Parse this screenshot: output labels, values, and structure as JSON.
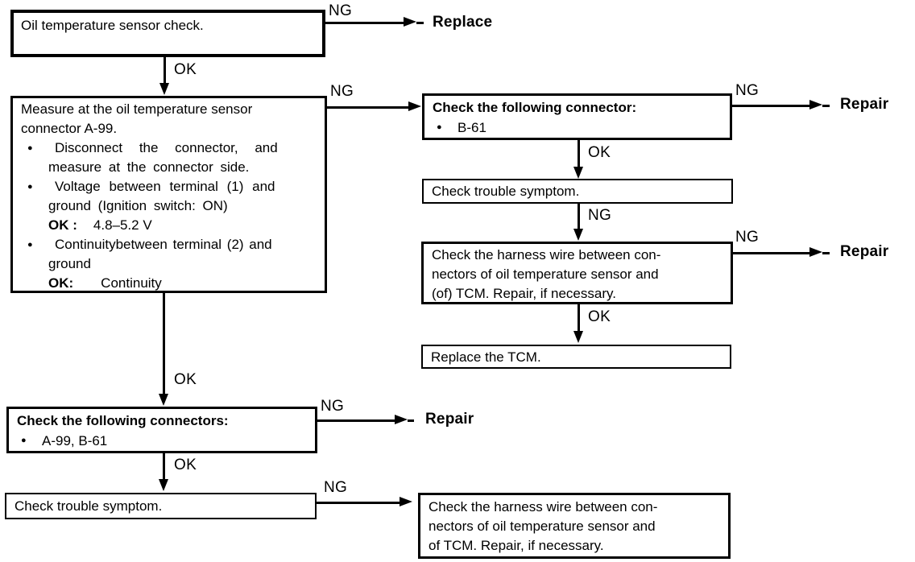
{
  "palette": {
    "ink": "#000000",
    "paper": "#ffffff"
  },
  "glyphs": {
    "bullet": "●"
  },
  "labels": {
    "ng": "NG",
    "ok": "OK"
  },
  "outcomes": {
    "replace": "Replace",
    "repair": "Repair"
  },
  "nodes": {
    "oil_check": {
      "text": "Oil temperature sensor check."
    },
    "measure": {
      "intro1": "Measure at the oil temperature sensor",
      "intro2": "connector A-99.",
      "bullet1_line1": "Disconnect the connector, and",
      "bullet1_line2": "measure at the connector side.",
      "bullet2_line1": "Voltage between terminal (1) and",
      "bullet2_line2": "ground (Ignition switch: ON)",
      "bullet2_ok_label": "OK :",
      "bullet2_ok_value": "4.8–5.2 V",
      "bullet3_line1": "Continuitybetween terminal (2) and",
      "bullet3_line2": "ground",
      "bullet3_ok_label": "OK:",
      "bullet3_ok_value": "Continuity"
    },
    "connector_b61": {
      "title": "Check the following connector:",
      "item": "B-61"
    },
    "trouble_right": {
      "text": "Check trouble symptom."
    },
    "harness_right": {
      "lines": [
        "Check the harness wire between con-",
        "nectors of oil temperature sensor and",
        "(of) TCM. Repair, if necessary."
      ]
    },
    "replace_tcm": {
      "text": "Replace the TCM."
    },
    "connectors_a99_b61": {
      "title": "Check the following connectors:",
      "item": "A-99, B-61"
    },
    "trouble_left": {
      "text": "Check trouble symptom."
    },
    "harness_bottom": {
      "lines": [
        "Check the harness wire between con-",
        "nectors of oil temperature sensor and",
        "of TCM. Repair, if necessary."
      ]
    }
  }
}
